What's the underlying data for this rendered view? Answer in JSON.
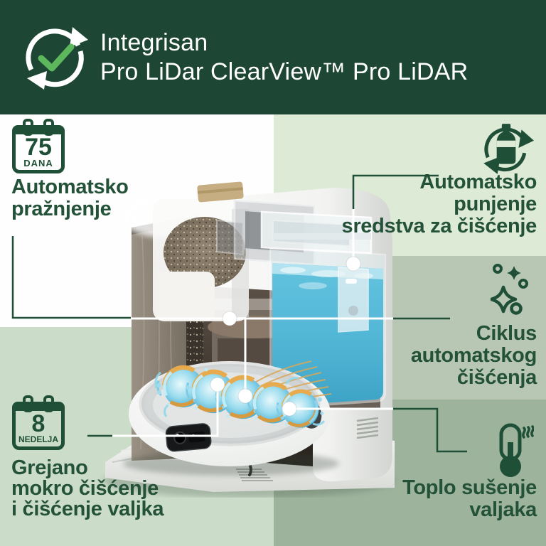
{
  "theme": {
    "header_bg": "#1d4634",
    "icon_green": "#1f4f37",
    "text_green": "#245239",
    "check_green": "#5db75c",
    "panel_white": "#fdfefd",
    "panel_light_green": "#dcead6",
    "panel_sage_light": "#cbdcc9",
    "panel_gray_green": "#b7c7b4",
    "panel_sage_medium": "#9db39c",
    "water_blue": "#58bcd9"
  },
  "header": {
    "title_line1": "Integrisan",
    "title_line2": "Pro LiDar ClearView™ Pro LiDAR"
  },
  "features": {
    "auto_empty": {
      "badge_value": "75",
      "badge_unit": "DANA",
      "lines": [
        "Automatsko",
        "pražnjenje"
      ]
    },
    "auto_refill": {
      "lines": [
        "Automatsko",
        "punjenje",
        "sredstva za čišćenje"
      ]
    },
    "self_clean": {
      "lines": [
        "Ciklus",
        "automatskog",
        "čišćenja"
      ]
    },
    "hot_dry": {
      "lines": [
        "Toplo sušenje",
        "valjaka"
      ]
    },
    "heated_mop": {
      "badge_value": "8",
      "badge_unit": "NEDELJA",
      "lines": [
        "Grejano",
        "mokro čišćenje",
        "i čišćenje valjka"
      ]
    }
  },
  "icons": {
    "header": "sync-check-icon",
    "auto_empty": "calendar-days-icon",
    "auto_refill": "detergent-bottle-refill-icon",
    "self_clean": "sparkles-icon",
    "hot_dry": "thermometer-heat-icon",
    "heated_mop": "calendar-weeks-icon"
  }
}
